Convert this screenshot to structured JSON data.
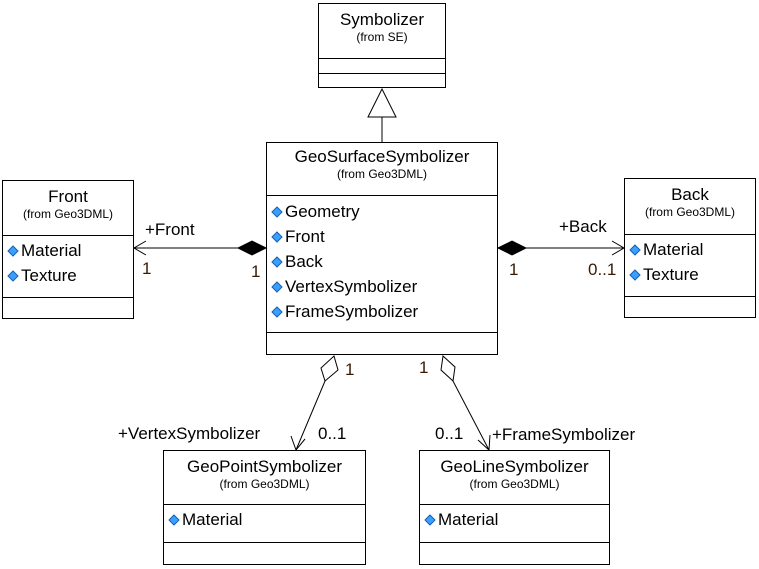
{
  "classes": {
    "symbolizer": {
      "name": "Symbolizer",
      "from": "(from SE)",
      "attributes": []
    },
    "geo_surface_symbolizer": {
      "name": "GeoSurfaceSymbolizer",
      "from": "(from Geo3DML)",
      "attributes": [
        "Geometry",
        "Front",
        "Back",
        "VertexSymbolizer",
        "FrameSymbolizer"
      ]
    },
    "front": {
      "name": "Front",
      "from": "(from Geo3DML)",
      "attributes": [
        "Material",
        "Texture"
      ]
    },
    "back": {
      "name": "Back",
      "from": "(from Geo3DML)",
      "attributes": [
        "Material",
        "Texture"
      ]
    },
    "geo_point_symbolizer": {
      "name": "GeoPointSymbolizer",
      "from": "(from Geo3DML)",
      "attributes": [
        "Material"
      ]
    },
    "geo_line_symbolizer": {
      "name": "GeoLineSymbolizer",
      "from": "(from Geo3DML)",
      "attributes": [
        "Material"
      ]
    }
  },
  "associations": {
    "front": {
      "role": "+Front",
      "source_multiplicity": "1",
      "target_multiplicity": "1"
    },
    "back": {
      "role": "+Back",
      "source_multiplicity": "1",
      "target_multiplicity": "0..1"
    },
    "vertex": {
      "role": "+VertexSymbolizer",
      "source_multiplicity": "1",
      "target_multiplicity": "0..1"
    },
    "frame": {
      "role": "+FrameSymbolizer",
      "source_multiplicity": "1",
      "target_multiplicity": "0..1"
    }
  },
  "colors": {
    "line": "#000000",
    "attribute_icon": "#3aa0ff",
    "multiplicity": "#3a1a00"
  },
  "icons": {
    "attribute": "attribute-icon",
    "composition": "filled-diamond",
    "aggregation": "hollow-diamond",
    "generalization": "hollow-triangle-arrow"
  }
}
